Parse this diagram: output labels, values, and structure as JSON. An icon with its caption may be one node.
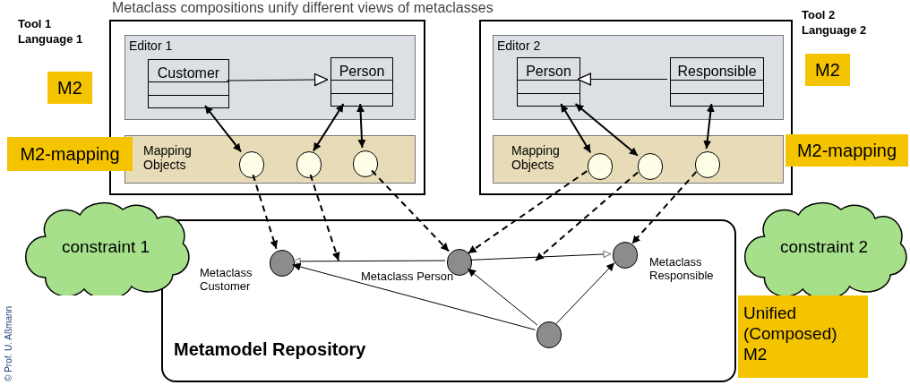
{
  "diagram": {
    "title": "Metaclass compositions unify different views of metaclasses",
    "nodes": [
      {
        "text": [
          "Tool 1 Language 1"
        ]
      },
      {
        "text": [
          "Editor 1"
        ],
        "in": 0
      },
      {
        "text": [
          "Customer"
        ],
        "in": 1
      },
      {
        "text": [
          "Person"
        ],
        "in": 1
      },
      {
        "text": [
          "Mapping Objects"
        ],
        "in": 0
      },
      {
        "text": [],
        "shape": "circle",
        "in": 4
      },
      {
        "text": [],
        "shape": "circle",
        "in": 4
      },
      {
        "text": [],
        "shape": "circle",
        "in": 4
      },
      {
        "text": [
          "Tool 2 Language 2"
        ]
      },
      {
        "text": [
          "Editor 2"
        ],
        "in": 8
      },
      {
        "text": [
          "Person"
        ],
        "in": 9
      },
      {
        "text": [
          "Responsible"
        ],
        "in": 9
      },
      {
        "text": [
          "Mapping Objects"
        ],
        "in": 8
      },
      {
        "text": [],
        "shape": "circle",
        "in": 12
      },
      {
        "text": [],
        "shape": "circle",
        "in": 12
      },
      {
        "text": [],
        "shape": "circle",
        "in": 12
      },
      {
        "text": [
          "Metamodel Repository"
        ]
      },
      {
        "text": [],
        "shape": "circle",
        "in": 16,
        "beside": [
          "Metaclass Customer"
        ]
      },
      {
        "text": [],
        "shape": "circle",
        "in": 16,
        "beside": [
          "Metaclass Person"
        ]
      },
      {
        "text": [],
        "shape": "circle",
        "in": 16,
        "beside": [
          "Metaclass Responsible"
        ]
      },
      {
        "text": [],
        "shape": "circle",
        "in": 16
      },
      {
        "text": [
          "constraint 1"
        ]
      },
      {
        "text": [
          "constraint 2"
        ]
      },
      {
        "text": [
          "M2"
        ]
      },
      {
        "text": [
          "M2-mapping"
        ]
      },
      {
        "text": [
          "M2"
        ]
      },
      {
        "text": [
          "M2-mapping"
        ]
      },
      {
        "text": [
          "Unified (Composed) M2"
        ]
      }
    ],
    "edges": [
      {
        "from": 2,
        "to": 3,
        "arrow": "to"
      },
      {
        "from": 11,
        "to": 10,
        "arrow": "to"
      },
      {
        "from": 5,
        "to": 2,
        "arrow": "both"
      },
      {
        "from": 6,
        "to": 3,
        "arrow": "both"
      },
      {
        "from": 7,
        "to": 3,
        "arrow": "both"
      },
      {
        "from": 13,
        "to": 10,
        "arrow": "both"
      },
      {
        "from": 14,
        "to": 10,
        "arrow": "both"
      },
      {
        "from": 15,
        "to": 11,
        "arrow": "both"
      },
      {
        "from": 5,
        "to": 17,
        "arrow": "to",
        "style": "dashed"
      },
      {
        "from": 6,
        "to": null,
        "arrow": "to",
        "style": "dashed"
      },
      {
        "from": 7,
        "to": 18,
        "arrow": "to",
        "style": "dashed"
      },
      {
        "from": 13,
        "to": 18,
        "arrow": "to",
        "style": "dashed"
      },
      {
        "from": 14,
        "to": null,
        "arrow": "to",
        "style": "dashed"
      },
      {
        "from": 15,
        "to": 19,
        "arrow": "to",
        "style": "dashed"
      },
      {
        "from": 18,
        "to": 17,
        "arrow": "to"
      },
      {
        "from": 18,
        "to": 19,
        "arrow": "to"
      },
      {
        "from": 20,
        "to": 17,
        "arrow": "to"
      },
      {
        "from": 20,
        "to": 18,
        "arrow": "to"
      },
      {
        "from": 20,
        "to": 19,
        "arrow": "to"
      }
    ],
    "labels": [
      "© Prof. U. Aßmann"
    ]
  }
}
